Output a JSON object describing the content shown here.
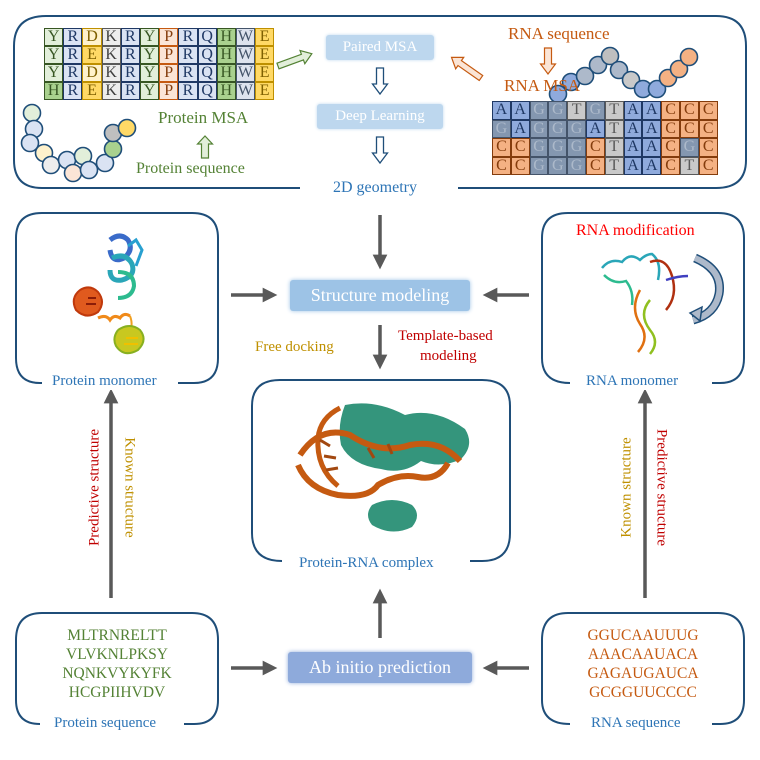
{
  "colors": {
    "frame": "#1f4e79",
    "caption_blue": "#2e75b6",
    "protein_green": "#548235",
    "rna_orange": "#c55a11",
    "red": "#c00000",
    "bright_red": "#ff0000",
    "gold": "#bf9000",
    "arrow_gray": "#595959",
    "pill_light": "#bdd7ee",
    "pill_mid": "#9dc3e6",
    "pill_dark": "#8eaadb"
  },
  "top_panel": {
    "protein_msa": {
      "label": "Protein MSA",
      "rows": [
        [
          "Y",
          "R",
          "D",
          "K",
          "R",
          "Y",
          "P",
          "R",
          "Q",
          "H",
          "W",
          "E"
        ],
        [
          "Y",
          "R",
          "E",
          "K",
          "R",
          "Y",
          "P",
          "R",
          "Q",
          "H",
          "W",
          "E"
        ],
        [
          "Y",
          "R",
          "D",
          "K",
          "R",
          "Y",
          "P",
          "R",
          "Q",
          "H",
          "W",
          "E"
        ],
        [
          "H",
          "R",
          "E",
          "K",
          "R",
          "Y",
          "P",
          "R",
          "Q",
          "H",
          "W",
          "E"
        ]
      ],
      "color_classes": [
        [
          "g",
          "b",
          "y",
          "k",
          "b",
          "g",
          "o",
          "b",
          "b",
          "G",
          "w",
          "Y"
        ],
        [
          "g",
          "b",
          "Y",
          "k",
          "b",
          "g",
          "o",
          "b",
          "b",
          "G",
          "w",
          "Y"
        ],
        [
          "g",
          "b",
          "y",
          "k",
          "b",
          "g",
          "o",
          "b",
          "b",
          "G",
          "w",
          "Y"
        ],
        [
          "G",
          "b",
          "Y",
          "k",
          "b",
          "g",
          "o",
          "b",
          "b",
          "G",
          "w",
          "Y"
        ]
      ]
    },
    "protein_sequence_label": "Protein sequence",
    "paired_msa": "Paired MSA",
    "deep_learning": "Deep Learning",
    "geometry_2d": "2D geometry",
    "rna_sequence_label": "RNA sequence",
    "rna_msa": {
      "label": "RNA MSA",
      "rows": [
        [
          "A",
          "A",
          "G",
          "G",
          "T",
          "G",
          "T",
          "A",
          "A",
          "C",
          "C",
          "C"
        ],
        [
          "G",
          "A",
          "G",
          "G",
          "G",
          "A",
          "T",
          "A",
          "A",
          "C",
          "C",
          "C"
        ],
        [
          "C",
          "C",
          "G",
          "G",
          "G",
          "C",
          "T",
          "A",
          "A",
          "C",
          "G",
          "C"
        ],
        [
          "C",
          "C",
          "G",
          "G",
          "G",
          "C",
          "T",
          "A",
          "A",
          "C",
          "T",
          "C"
        ]
      ]
    },
    "protein_beads": [
      "#e2efda",
      "#dae3f3",
      "#dae3f3",
      "#fff2cc",
      "#ededed",
      "#dae3f3",
      "#e2efda",
      "#fbe5d6",
      "#dae3f3",
      "#dae3f3",
      "#a9d18e",
      "#bfbfbf",
      "#ffd966"
    ],
    "rna_beads": [
      "#8faadc",
      "#8faadc",
      "#adb9ca",
      "#adb9ca",
      "#bfbfbf",
      "#adb9ca",
      "#c9c9c9",
      "#8faadc",
      "#8faadc",
      "#f4b183",
      "#f4b183",
      "#f4b183"
    ]
  },
  "middle": {
    "structure_modeling": "Structure modeling",
    "free_docking": "Free docking",
    "template_based_line1": "Template-based",
    "template_based_line2": "modeling",
    "protein_monomer": "Protein monomer",
    "rna_monomer": "RNA monomer",
    "rna_modification": "RNA modification",
    "complex": "Protein-RNA complex"
  },
  "sides": {
    "left_predictive": "Predictive structure",
    "left_known": "Known structure",
    "right_known": "Known structure",
    "right_predictive": "Predictive structure"
  },
  "bottom": {
    "ab_initio": "Ab initio prediction",
    "protein_sequence_lines": [
      "MLTRNRELTT",
      "VLVKNLPKSY",
      "NQNKVYKYFK",
      "HCGPIIHVDV"
    ],
    "protein_sequence_caption": "Protein sequence",
    "rna_sequence_lines": [
      "GGUCAAUUUG",
      "AAACAAUACA",
      "GAGAUGAUCA",
      "GCGGUUCCCC"
    ],
    "rna_sequence_caption": "RNA sequence"
  }
}
